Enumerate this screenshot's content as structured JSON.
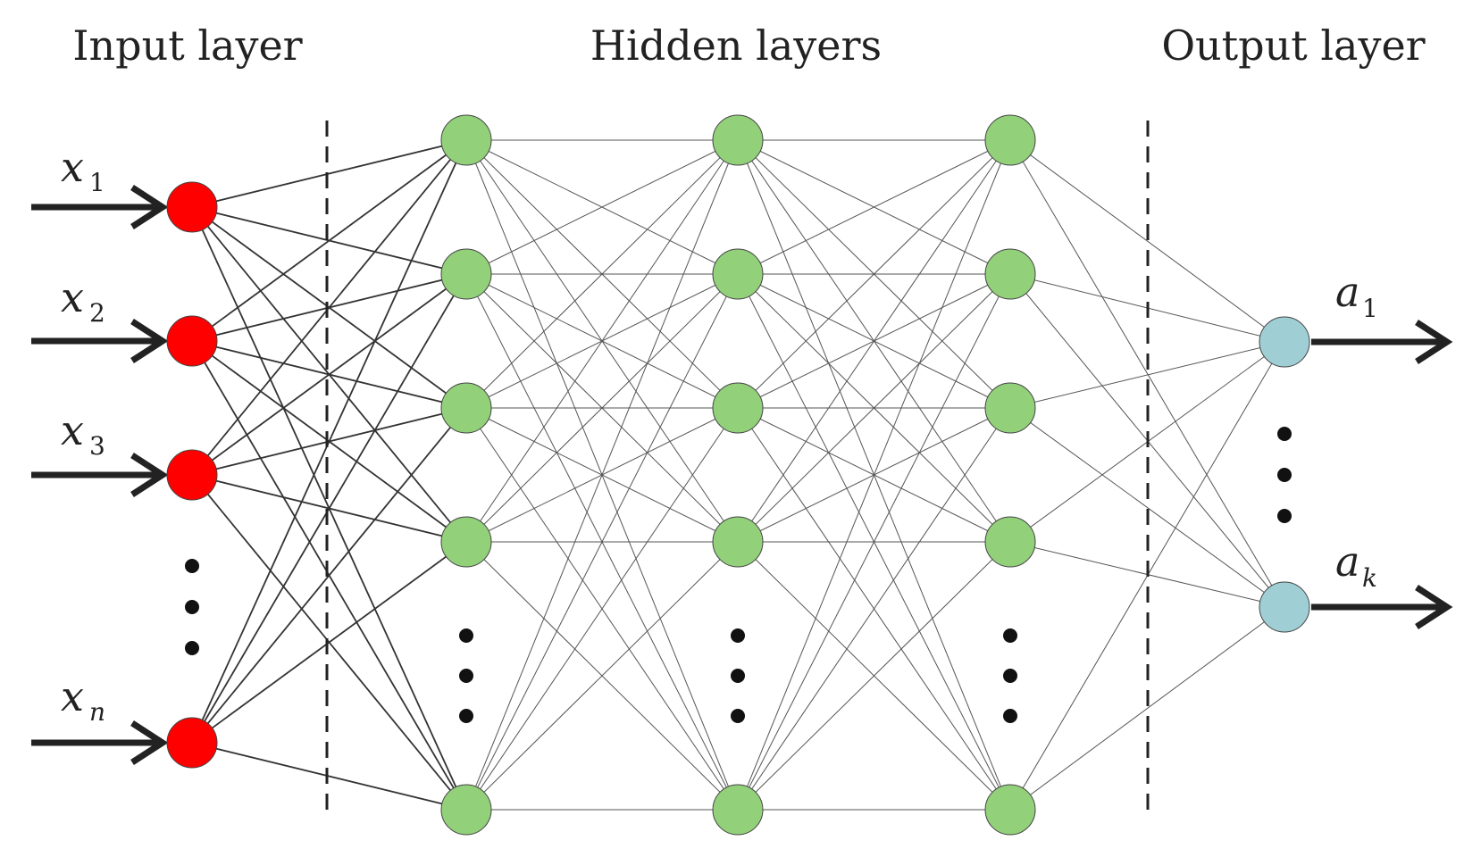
{
  "headers": {
    "input": "Input layer",
    "hidden": "Hidden layers",
    "output": "Output layer"
  },
  "inputs": [
    {
      "var": "x",
      "sub": "1"
    },
    {
      "var": "x",
      "sub": "2"
    },
    {
      "var": "x",
      "sub": "3"
    },
    {
      "var": "x",
      "sub": "n"
    }
  ],
  "outputs": [
    {
      "var": "a",
      "sub": "1"
    },
    {
      "var": "a",
      "sub": "k"
    }
  ],
  "hidden_layer_count": 3,
  "hidden_nodes_per_layer_shown": 5,
  "colors": {
    "input_node": "#ff0000",
    "hidden_node": "#92d07a",
    "output_node": "#9fcfd4",
    "edge": "#555555",
    "text": "#222222"
  }
}
